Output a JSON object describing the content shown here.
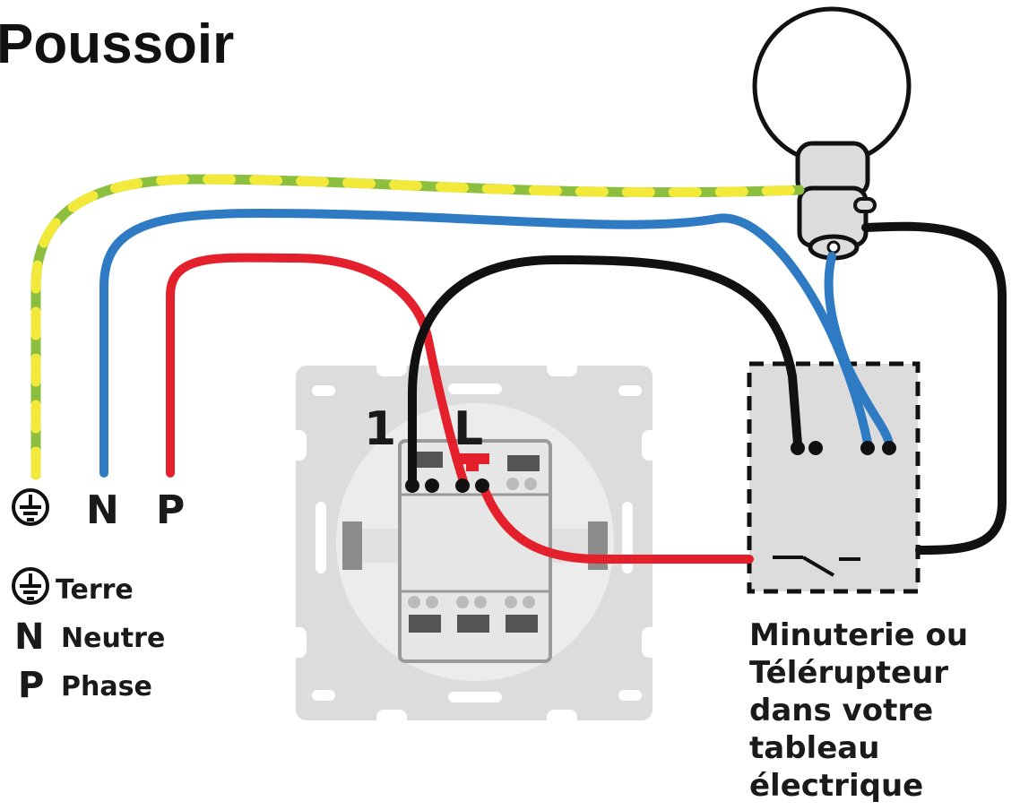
{
  "title": "Poussoir",
  "terminals": {
    "earth_symbol": "earth-symbol",
    "neutral": "N",
    "phase": "P"
  },
  "switch_terminals": {
    "out": "1",
    "line": "L"
  },
  "legend": [
    {
      "symbol": "earth-symbol",
      "label": "Terre"
    },
    {
      "symbol": "N",
      "label": "Neutre"
    },
    {
      "symbol": "P",
      "label": "Phase"
    }
  ],
  "relay_label_lines": [
    "Minuterie ou",
    "Télérupteur",
    "dans votre",
    "tableau",
    "électrique"
  ],
  "colors": {
    "earth_green": "#8bbf3d",
    "earth_yellow": "#f2e93a",
    "neutral_blue": "#2e7bc4",
    "phase_red": "#e3202b",
    "return_black": "#111111",
    "plate_grey": "#dcdcdc",
    "plate_light": "#ececec",
    "relay_box": "#dcdcdc"
  }
}
